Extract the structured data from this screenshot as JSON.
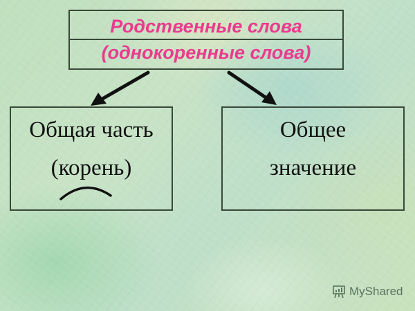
{
  "title_box": {
    "line1": "Родственные слова",
    "line2": "(однокоренные слова)",
    "text_color": "#ea3b8f"
  },
  "left_box": {
    "line1": "Общая часть",
    "line2": "(корень)",
    "mark": "root-arc-icon"
  },
  "right_box": {
    "line1": "Общее",
    "line2": "значение"
  },
  "arrows": [
    {
      "from": "title_box",
      "to": "left_box",
      "icon": "arrow-down-left-icon"
    },
    {
      "from": "title_box",
      "to": "right_box",
      "icon": "arrow-down-right-icon"
    }
  ],
  "watermark": {
    "icon": "presentation-chart-icon",
    "label": "MyShared"
  },
  "colors": {
    "border": "#384838",
    "body_text": "#111111",
    "background": "#c4e2c2"
  }
}
